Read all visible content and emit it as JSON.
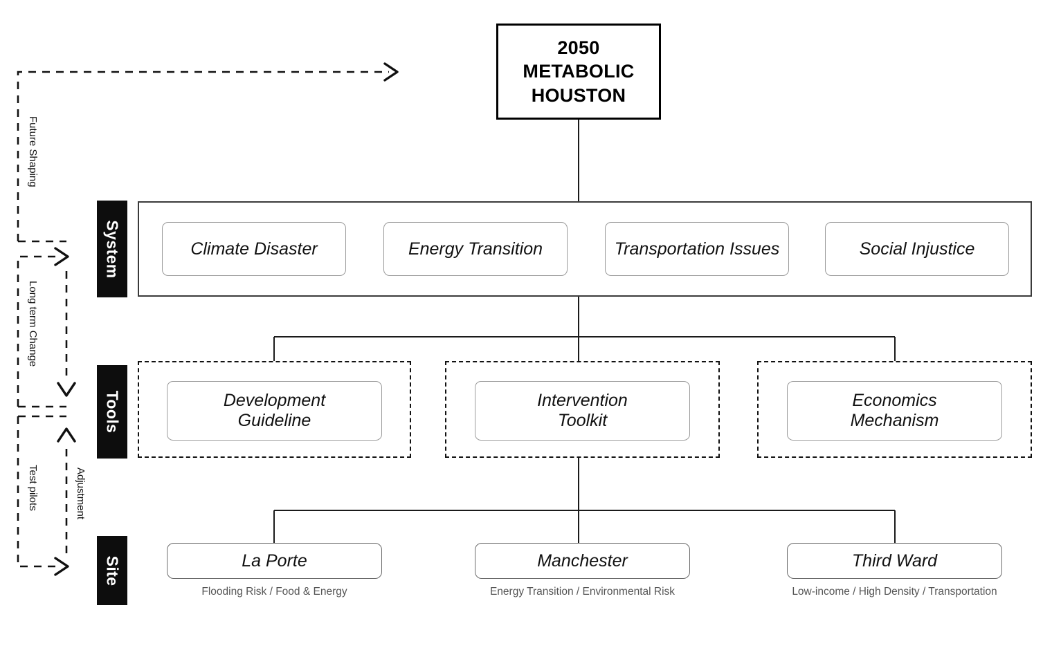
{
  "title": {
    "text": "2050\nMETABOLIC\nHOUSTON"
  },
  "rows": [
    {
      "tab_label": "System"
    },
    {
      "tab_label": "Tools"
    },
    {
      "tab_label": "Site"
    }
  ],
  "system": {
    "cards": [
      {
        "label": "Climate Disaster"
      },
      {
        "label": "Energy Transition"
      },
      {
        "label": "Transportation Issues"
      },
      {
        "label": "Social Injustice"
      }
    ]
  },
  "tools": {
    "cards": [
      {
        "label": "Development\nGuideline"
      },
      {
        "label": "Intervention\nToolkit"
      },
      {
        "label": "Economics\nMechanism"
      }
    ]
  },
  "site": {
    "cards": [
      {
        "label": "La Porte",
        "caption": "Flooding Risk / Food & Energy"
      },
      {
        "label": "Manchester",
        "caption": "Energy Transition / Environmental Risk"
      },
      {
        "label": "Third Ward",
        "caption": "Low-income / High Density / Transportation"
      }
    ]
  },
  "feedback_loops": [
    {
      "label": "Future Shaping"
    },
    {
      "label": "Long term Change"
    },
    {
      "label": "Test pilots"
    },
    {
      "label": "Adjustment"
    }
  ],
  "colors": {
    "ink": "#111111",
    "tab_background": "#0d0d0d",
    "tab_text": "#ffffff",
    "card_border": "#9a9a9a",
    "caption_text": "#555555",
    "page_background": "#ffffff"
  }
}
